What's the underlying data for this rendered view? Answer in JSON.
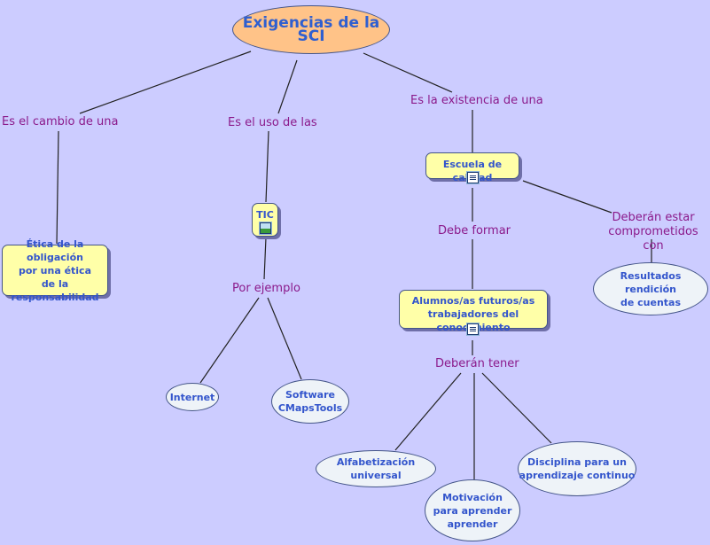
{
  "title": "Exigencias de la SCI",
  "links": {
    "cambio": "Es el cambio de una",
    "uso": "Es el uso de las",
    "existencia": "Es la existencia de una",
    "ejemplo": "Por ejemplo",
    "formar": "Debe formar",
    "comprometidos": "Deberán estar\ncomprometidos con",
    "tener": "Deberán tener"
  },
  "concepts": {
    "etica": "Ética de la obligación\npor una ética\nde la responsabilidad",
    "tic": "TIC",
    "escuela": "Escuela de calidad",
    "alumnos": "Alumnos/as futuros/as\ntrabajadores del conocimiento",
    "resultados": "Resultados rendición\nde cuentas",
    "internet": "Internet",
    "software": "Software\nCMapsTools",
    "alfabetizacion": "Alfabetización universal",
    "motivacion": "Motivación\npara aprender\naprender",
    "disciplina": "Disciplina para un\naprendizaje continuo"
  },
  "icons": {
    "doc": "document-icon",
    "img": "image-icon"
  }
}
